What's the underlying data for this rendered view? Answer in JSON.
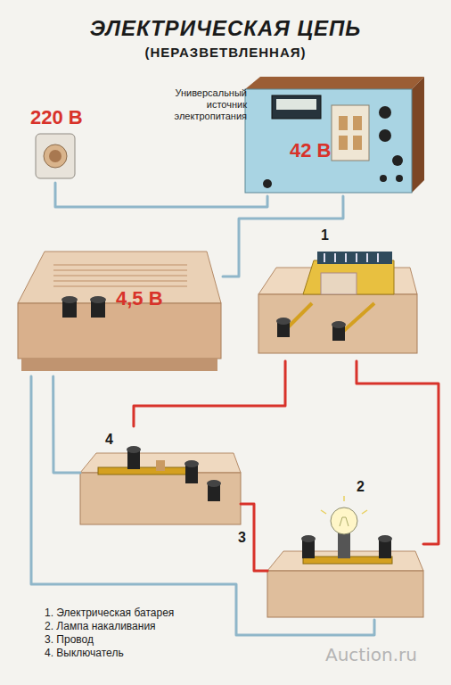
{
  "diagram": {
    "title": "ЭЛЕКТРИЧЕСКАЯ ЦЕПЬ",
    "nodes": [
      {
        "text": [
          "220 В"
        ]
      },
      {
        "text": [
          "Универсальный источник электропитания",
          "42 В"
        ]
      },
      {
        "text": [
          "4,5 В"
        ]
      },
      {
        "text": [
          "1"
        ]
      },
      {
        "text": [
          "4"
        ]
      },
      {
        "text": [
          "2"
        ]
      }
    ],
    "edges": [
      {
        "from": 0,
        "to": 1,
        "arrow": "none"
      },
      {
        "from": 1,
        "to": 2,
        "arrow": "none"
      },
      {
        "from": 2,
        "to": 4,
        "arrow": "none"
      },
      {
        "from": 2,
        "to": 5,
        "arrow": "none"
      },
      {
        "from": 3,
        "to": 4,
        "arrow": "none"
      },
      {
        "from": 4,
        "to": 5,
        "label": "3",
        "arrow": "none"
      },
      {
        "from": 5,
        "to": 3,
        "arrow": "none"
      }
    ],
    "labels": [
      "(НЕРАЗВЕТВЛЕННАЯ)",
      "Auction.ru"
    ],
    "legend": [
      {
        "text": "1. Электрическая батарея"
      },
      {
        "text": "2. Лампа накаливания"
      },
      {
        "text": "3. Провод"
      },
      {
        "text": "4. Выключатель"
      }
    ]
  }
}
